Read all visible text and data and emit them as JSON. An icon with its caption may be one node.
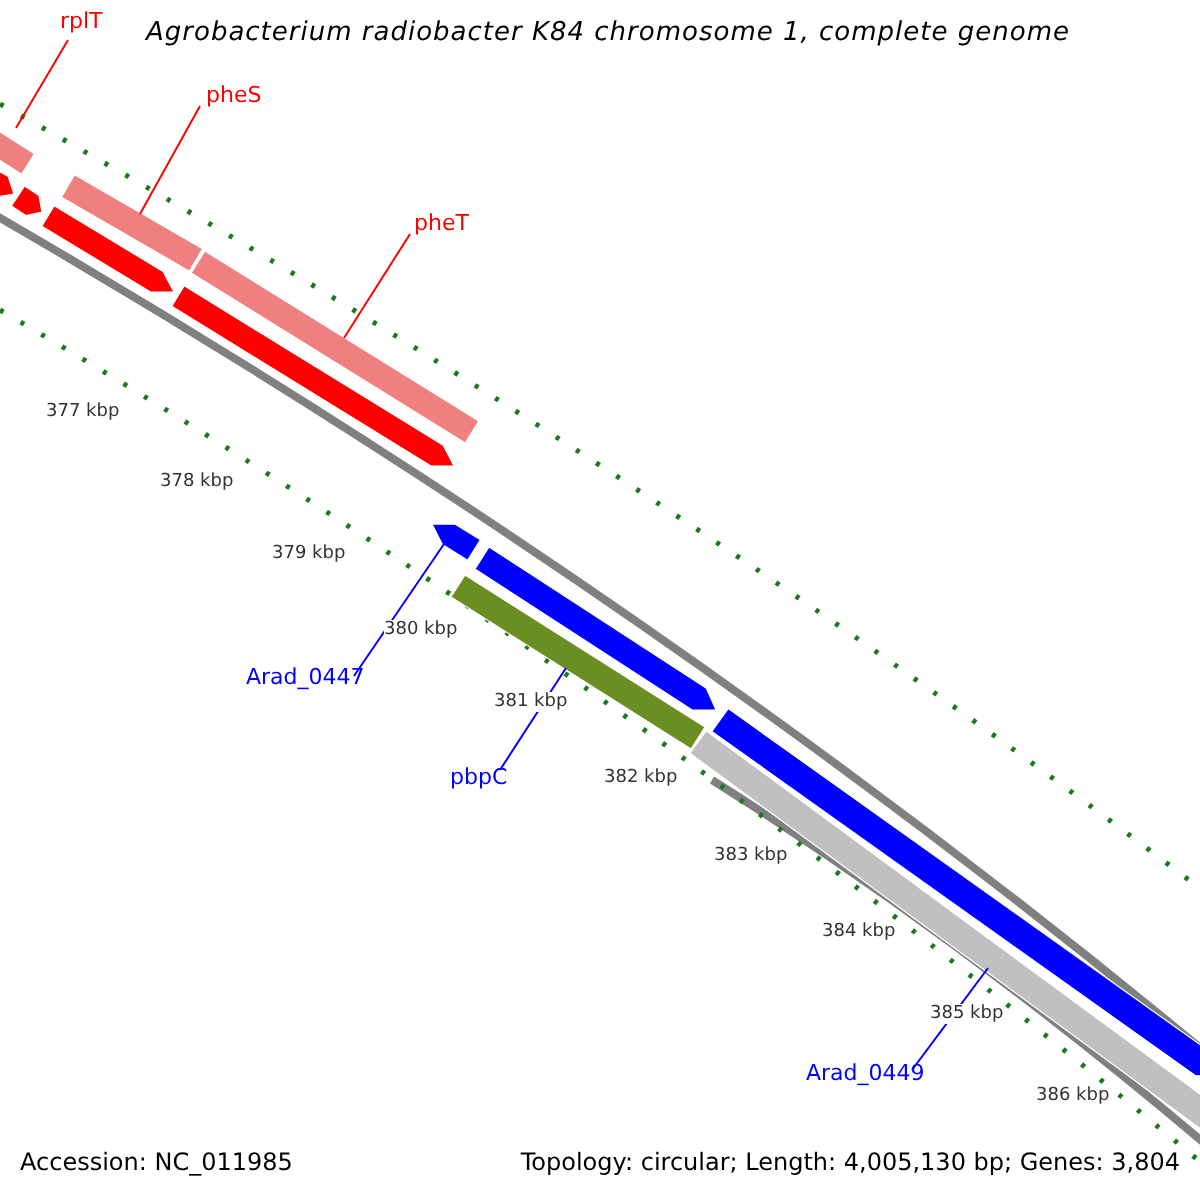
{
  "diagram": {
    "title": "Agrobacterium radiobacter K84 chromosome 1, complete genome",
    "nodes": [
      {
        "text": [
          "rplT"
        ]
      },
      {
        "text": [
          "pheS"
        ]
      },
      {
        "text": [
          "pheT"
        ]
      },
      {
        "text": [
          "Arad_0447"
        ]
      },
      {
        "text": [
          "pbpC"
        ]
      },
      {
        "text": [
          "Arad_0449"
        ]
      },
      {
        "text": [],
        "shape": "bar"
      },
      {
        "text": [],
        "shape": "bar"
      },
      {
        "text": [],
        "shape": "bar"
      },
      {
        "text": [],
        "shape": "bar"
      },
      {
        "text": [],
        "shape": "bar"
      },
      {
        "text": [],
        "shape": "bar"
      },
      {
        "text": [],
        "shape": "bar"
      },
      {
        "text": [],
        "shape": "bar"
      },
      {
        "text": [],
        "shape": "bar"
      },
      {
        "text": [],
        "shape": "bar"
      },
      {
        "text": [],
        "shape": "bar"
      },
      {
        "text": [],
        "shape": "bar"
      }
    ],
    "edges": [
      {
        "from": 0,
        "to": 6,
        "arrow": "none"
      },
      {
        "from": 1,
        "to": 7,
        "arrow": "none"
      },
      {
        "from": 2,
        "to": 8,
        "arrow": "none"
      },
      {
        "from": 3,
        "to": 13,
        "arrow": "none",
        "color": "#0000ff"
      },
      {
        "from": 4,
        "to": 15,
        "arrow": "none",
        "color": "#0000ff"
      },
      {
        "from": 5,
        "to": 17,
        "arrow": "none",
        "color": "#0000ff"
      }
    ],
    "labels": [
      "377 kbp",
      "378 kbp",
      "379 kbp",
      "380 kbp",
      "381 kbp",
      "382 kbp",
      "383 kbp",
      "384 kbp",
      "385 kbp",
      "386 kbp",
      "Accession: NC_011985",
      "Topology: circular; Length: 4,005,130 bp; Genes: 3,804"
    ]
  }
}
